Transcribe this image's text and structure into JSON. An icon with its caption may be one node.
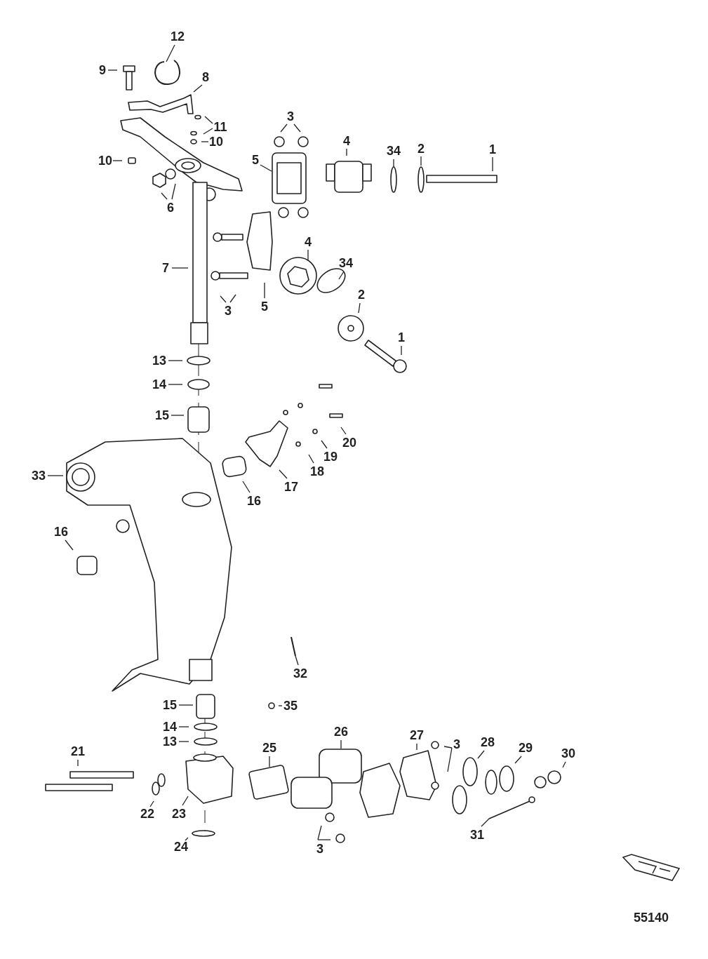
{
  "diagram": {
    "nodes": [
      {
        "text": [
          "12"
        ]
      },
      {
        "text": [
          "9"
        ]
      },
      {
        "text": [
          "8"
        ]
      },
      {
        "text": [
          "11"
        ]
      },
      {
        "text": [
          "10"
        ]
      },
      {
        "text": [
          "10"
        ]
      },
      {
        "text": [
          "3"
        ]
      },
      {
        "text": [
          "5"
        ]
      },
      {
        "text": [
          "4"
        ]
      },
      {
        "text": [
          "34"
        ]
      },
      {
        "text": [
          "2"
        ]
      },
      {
        "text": [
          "1"
        ]
      },
      {
        "text": [
          "6"
        ]
      },
      {
        "text": [
          "7"
        ]
      },
      {
        "text": [
          "3"
        ]
      },
      {
        "text": [
          "5"
        ]
      },
      {
        "text": [
          "4"
        ]
      },
      {
        "text": [
          "34"
        ]
      },
      {
        "text": [
          "2"
        ]
      },
      {
        "text": [
          "1"
        ]
      },
      {
        "text": [
          "13"
        ]
      },
      {
        "text": [
          "14"
        ]
      },
      {
        "text": [
          "15"
        ]
      },
      {
        "text": [
          "33"
        ]
      },
      {
        "text": [
          "16"
        ]
      },
      {
        "text": [
          "17"
        ]
      },
      {
        "text": [
          "18"
        ]
      },
      {
        "text": [
          "19"
        ]
      },
      {
        "text": [
          "20"
        ]
      },
      {
        "text": [
          "16"
        ]
      },
      {
        "text": [
          "32"
        ]
      },
      {
        "text": [
          "15"
        ]
      },
      {
        "text": [
          "35"
        ]
      },
      {
        "text": [
          "14"
        ]
      },
      {
        "text": [
          "13"
        ]
      },
      {
        "text": [
          "21"
        ]
      },
      {
        "text": [
          "25"
        ]
      },
      {
        "text": [
          "26"
        ]
      },
      {
        "text": [
          "27"
        ]
      },
      {
        "text": [
          "3"
        ]
      },
      {
        "text": [
          "28"
        ]
      },
      {
        "text": [
          "29"
        ]
      },
      {
        "text": [
          "30"
        ]
      },
      {
        "text": [
          "22"
        ]
      },
      {
        "text": [
          "23"
        ]
      },
      {
        "text": [
          "24"
        ]
      },
      {
        "text": [
          "3"
        ]
      },
      {
        "text": [
          "31"
        ]
      }
    ],
    "edges": [
      {
        "from": 0,
        "to": null,
        "arrow": "none"
      },
      {
        "from": 1,
        "to": null,
        "arrow": "none"
      },
      {
        "from": 2,
        "to": null,
        "arrow": "none"
      },
      {
        "from": 3,
        "to": null,
        "arrow": "none"
      },
      {
        "from": 3,
        "to": null,
        "arrow": "none"
      },
      {
        "from": 4,
        "to": null,
        "arrow": "none"
      },
      {
        "from": 5,
        "to": null,
        "arrow": "none"
      },
      {
        "from": 6,
        "to": null,
        "arrow": "none"
      },
      {
        "from": 6,
        "to": null,
        "arrow": "none"
      },
      {
        "from": 7,
        "to": null,
        "arrow": "none"
      },
      {
        "from": 8,
        "to": null,
        "arrow": "none"
      },
      {
        "from": 9,
        "to": null,
        "arrow": "none"
      },
      {
        "from": 10,
        "to": null,
        "arrow": "none"
      },
      {
        "from": 11,
        "to": null,
        "arrow": "none"
      },
      {
        "from": 12,
        "to": null,
        "arrow": "none"
      },
      {
        "from": 12,
        "to": null,
        "arrow": "none"
      },
      {
        "from": 13,
        "to": null,
        "arrow": "none"
      },
      {
        "from": 14,
        "to": null,
        "arrow": "none"
      },
      {
        "from": 14,
        "to": null,
        "arrow": "none"
      },
      {
        "from": 15,
        "to": null,
        "arrow": "none"
      },
      {
        "from": 16,
        "to": null,
        "arrow": "none"
      },
      {
        "from": 17,
        "to": null,
        "arrow": "none"
      },
      {
        "from": 18,
        "to": null,
        "arrow": "none"
      },
      {
        "from": 19,
        "to": null,
        "arrow": "none"
      },
      {
        "from": 20,
        "to": null,
        "arrow": "none"
      },
      {
        "from": 21,
        "to": null,
        "arrow": "none"
      },
      {
        "from": 22,
        "to": null,
        "arrow": "none"
      },
      {
        "from": 23,
        "to": null,
        "arrow": "none"
      },
      {
        "from": 24,
        "to": null,
        "arrow": "none"
      },
      {
        "from": 25,
        "to": null,
        "arrow": "none"
      },
      {
        "from": 26,
        "to": null,
        "arrow": "none"
      },
      {
        "from": 27,
        "to": null,
        "arrow": "none"
      },
      {
        "from": 28,
        "to": null,
        "arrow": "none"
      },
      {
        "from": 29,
        "to": null,
        "arrow": "none"
      },
      {
        "from": 30,
        "to": null,
        "arrow": "none"
      },
      {
        "from": 31,
        "to": null,
        "arrow": "none"
      },
      {
        "from": 32,
        "to": null,
        "arrow": "none"
      },
      {
        "from": 33,
        "to": null,
        "arrow": "none"
      },
      {
        "from": 34,
        "to": null,
        "arrow": "none"
      },
      {
        "from": 35,
        "to": null,
        "arrow": "none"
      },
      {
        "from": 36,
        "to": null,
        "arrow": "none"
      },
      {
        "from": 37,
        "to": null,
        "arrow": "none"
      },
      {
        "from": 38,
        "to": null,
        "arrow": "none"
      },
      {
        "from": 39,
        "to": null,
        "arrow": "none"
      },
      {
        "from": 39,
        "to": null,
        "arrow": "none"
      },
      {
        "from": 40,
        "to": null,
        "arrow": "none"
      },
      {
        "from": 41,
        "to": null,
        "arrow": "none"
      },
      {
        "from": 42,
        "to": null,
        "arrow": "none"
      },
      {
        "from": 43,
        "to": null,
        "arrow": "none"
      },
      {
        "from": 44,
        "to": null,
        "arrow": "none"
      },
      {
        "from": 45,
        "to": null,
        "arrow": "none"
      },
      {
        "from": 46,
        "to": null,
        "arrow": "none"
      },
      {
        "from": 46,
        "to": null,
        "arrow": "none"
      },
      {
        "from": 47,
        "to": null,
        "arrow": "none"
      }
    ],
    "labels": [
      "55140"
    ]
  }
}
